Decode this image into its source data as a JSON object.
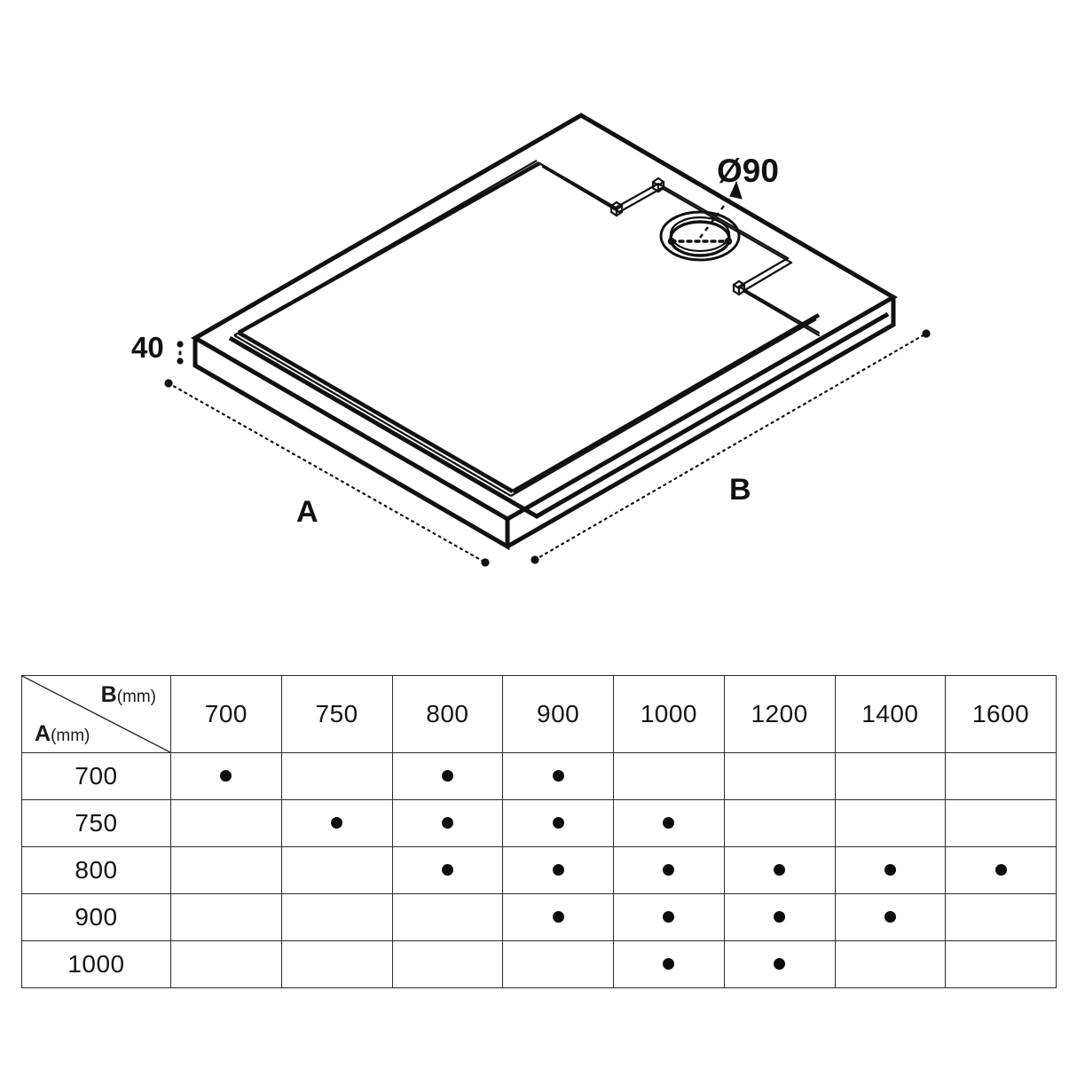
{
  "drawing": {
    "title": "shower-tray-isometric",
    "annotations": {
      "thickness_label": "40",
      "drain_diameter_label": "Ø90",
      "length_label_a": "A",
      "length_label_b": "B"
    }
  },
  "table": {
    "corner": {
      "column_axis_letter": "B",
      "column_axis_unit": "(mm)",
      "row_axis_letter": "A",
      "row_axis_unit": "(mm)"
    },
    "columns": [
      "700",
      "750",
      "800",
      "900",
      "1000",
      "1200",
      "1400",
      "1600"
    ],
    "rows": [
      {
        "label": "700",
        "available": [
          true,
          false,
          true,
          true,
          false,
          false,
          false,
          false
        ]
      },
      {
        "label": "750",
        "available": [
          false,
          true,
          true,
          true,
          true,
          false,
          false,
          false
        ]
      },
      {
        "label": "800",
        "available": [
          false,
          false,
          true,
          true,
          true,
          true,
          true,
          true
        ]
      },
      {
        "label": "900",
        "available": [
          false,
          false,
          false,
          true,
          true,
          true,
          true,
          false
        ]
      },
      {
        "label": "1000",
        "available": [
          false,
          false,
          false,
          false,
          true,
          true,
          false,
          false
        ]
      }
    ]
  },
  "chart_data": {
    "type": "table",
    "title": "Available A × B size combinations (mm)",
    "xlabel": "B (mm)",
    "ylabel": "A (mm)",
    "categories": [
      "700",
      "750",
      "800",
      "900",
      "1000",
      "1200",
      "1400",
      "1600"
    ],
    "series": [
      {
        "name": "700",
        "values": [
          1,
          0,
          1,
          1,
          0,
          0,
          0,
          0
        ]
      },
      {
        "name": "750",
        "values": [
          0,
          1,
          1,
          1,
          1,
          0,
          0,
          0
        ]
      },
      {
        "name": "800",
        "values": [
          0,
          0,
          1,
          1,
          1,
          1,
          1,
          1
        ]
      },
      {
        "name": "900",
        "values": [
          0,
          0,
          0,
          1,
          1,
          1,
          1,
          0
        ]
      },
      {
        "name": "1000",
        "values": [
          0,
          0,
          0,
          0,
          1,
          1,
          0,
          0
        ]
      }
    ]
  }
}
